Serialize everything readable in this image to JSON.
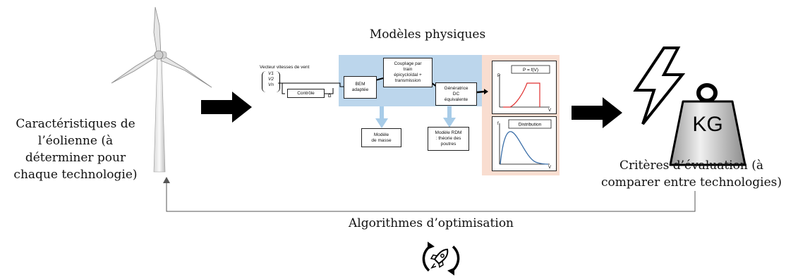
{
  "title": "Modèles physiques",
  "left_label": [
    "Caractéristiques de",
    "l’éolienne (à",
    "déterminer pour",
    "chaque technologie)"
  ],
  "right_label": [
    "Critères d’évaluation (à",
    "comparer entre technologies)"
  ],
  "bottom_label": "Algorithmes d’optimisation",
  "weight_label": "KG",
  "model": {
    "input_label": "Vecteur vitesses de vent",
    "vector": [
      "V1",
      "V2",
      "Vn"
    ],
    "omega": "Ω",
    "control": "Contrôle",
    "bem": [
      "BEM",
      "adaptée"
    ],
    "coupling": [
      "Couplage par",
      "train",
      "épicycloïdal +",
      "transmission"
    ],
    "generator": [
      "Génératrice",
      "DC",
      "équivalente"
    ],
    "mass_model": [
      "Modèle",
      "de masse"
    ],
    "rdm_model": [
      "Modèle RDM",
      ": théorie des",
      "poutres"
    ]
  },
  "power_plot": {
    "title": "P = f(V)",
    "y_axis": "P",
    "x_axis": "V"
  },
  "distribution_plot": {
    "title": "Distribution",
    "y_axis": "f",
    "x_axis": "V"
  },
  "colors": {
    "model_bg": "#bcd6ec",
    "output_bg": "#f9ddd0",
    "power_curve": "#e03030",
    "distribution_curve": "#3a6ea8",
    "arrow": "#000000"
  },
  "icons": [
    "wind-turbine-icon",
    "lightning-icon",
    "weight-icon",
    "rocket-cycle-icon"
  ]
}
